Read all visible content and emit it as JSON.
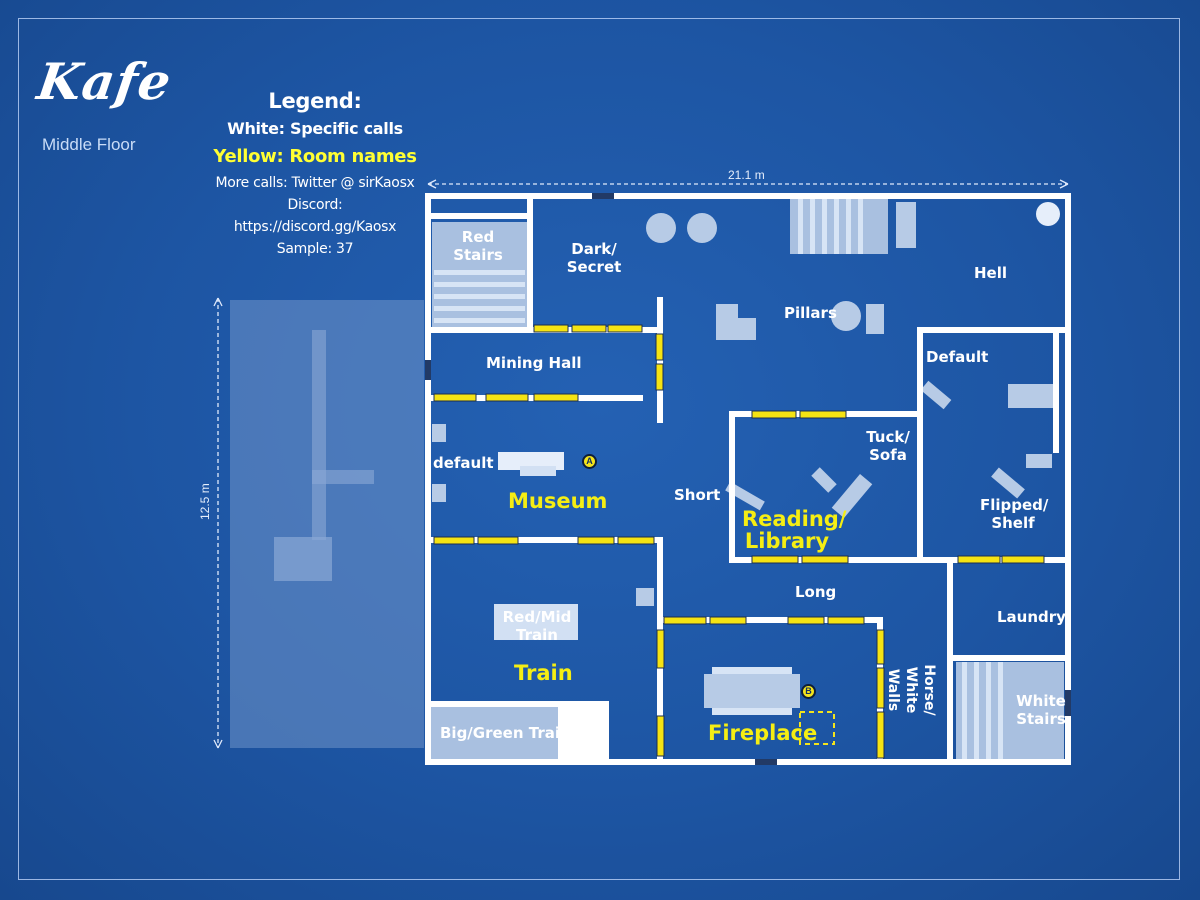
{
  "map": {
    "title": "Kafe",
    "subtitle": "Middle Floor",
    "legend": {
      "title": "Legend:",
      "white": "White: Specific calls",
      "yellow": "Yellow: Room names",
      "more": "More calls: Twitter @ sirKaosx",
      "discord": "Discord:",
      "discord_link": "https://discord.gg/Kaosx",
      "sample": "Sample: 37"
    },
    "dimensions": {
      "width": "21.1 m",
      "height": "12.5 m"
    },
    "callouts": {
      "red_stairs": "Red Stairs",
      "dark_secret": "Dark/ Secret",
      "pillars": "Pillars",
      "hell": "Hell",
      "mining_hall": "Mining Hall",
      "default_right": "Default",
      "default_left": "default",
      "tuck_sofa": "Tuck/ Sofa",
      "short": "Short",
      "flipped_shelf": "Flipped/ Shelf",
      "red_mid_train": "Red/Mid Train",
      "long": "Long",
      "laundry": "Laundry",
      "horse_white_walls": "Horse/ White Walls",
      "big_green_train": "Big/Green Train",
      "white_stairs": "White Stairs"
    },
    "rooms": {
      "museum": "Museum",
      "reading_library": "Reading/ Library",
      "train": "Train",
      "fireplace": "Fireplace"
    },
    "markers": {
      "a": "A",
      "b": "B"
    },
    "colors": {
      "background": "#1f58a8",
      "wall": "#ffffff",
      "window": "#f5e313",
      "furniture": "#b7cbe6",
      "room_name": "#f5ee13",
      "outside_area": "#6f93c9"
    }
  }
}
